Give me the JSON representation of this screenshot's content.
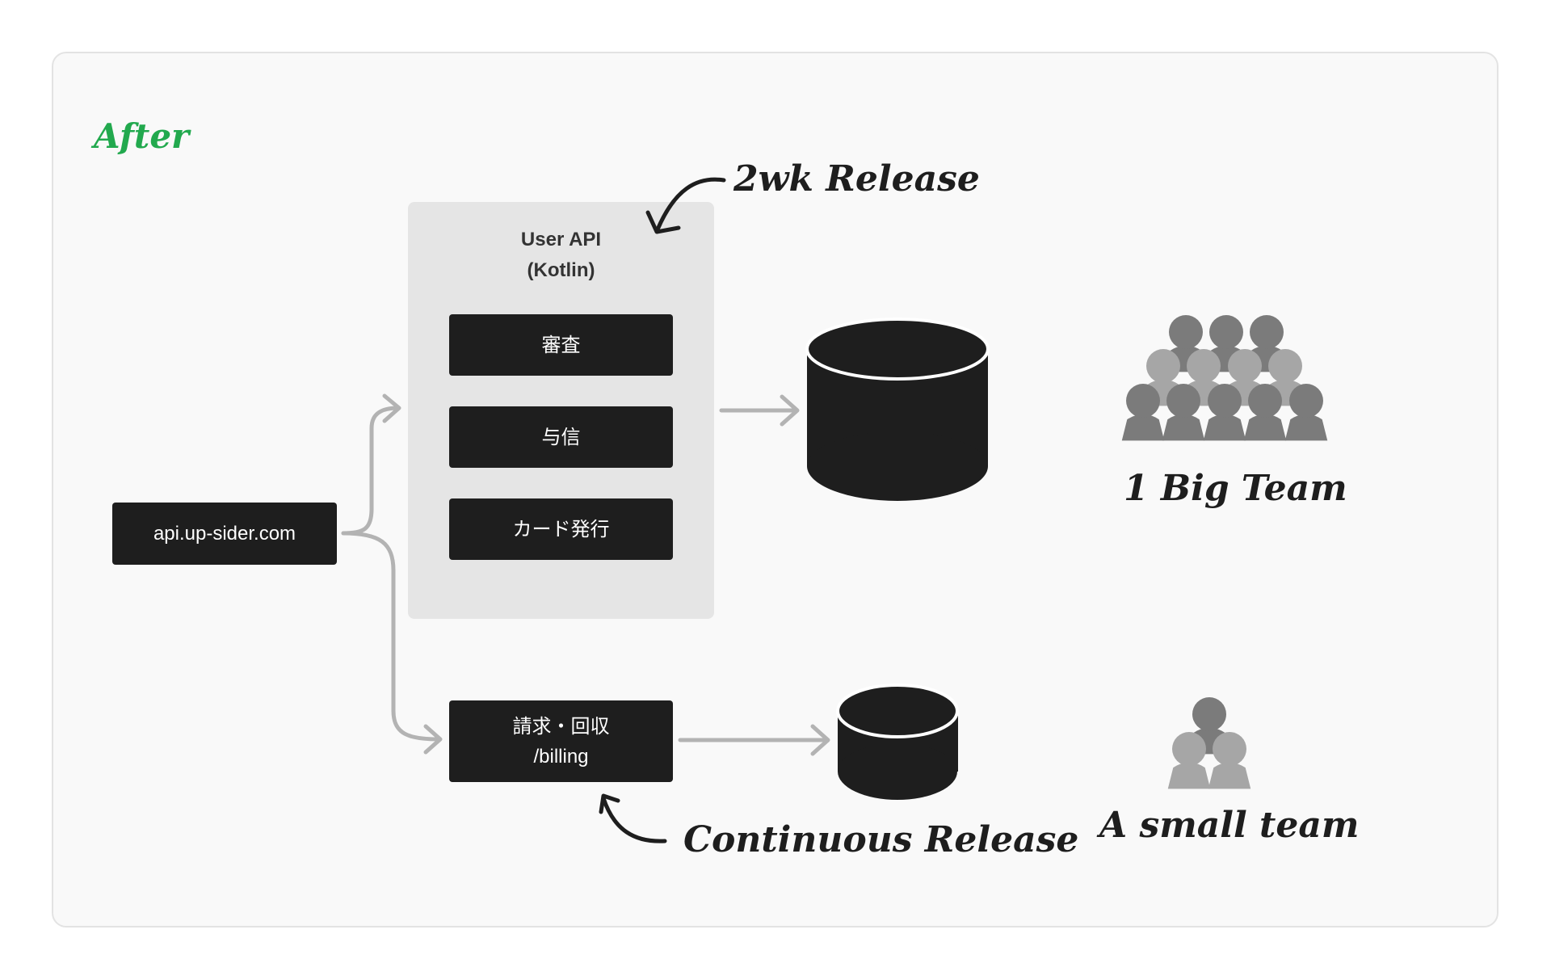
{
  "panel": {
    "label": "After"
  },
  "entry": {
    "host": "api.up-sider.com"
  },
  "user_api": {
    "title": "User API",
    "language": "(Kotlin)",
    "modules": [
      "審査",
      "与信",
      "カード発行"
    ],
    "release_note": "2wk Release",
    "team_note": "1 Big Team"
  },
  "billing": {
    "name": "請求・回収",
    "path": "/billing",
    "release_note": "Continuous Release",
    "team_note": "A small team"
  },
  "colors": {
    "box": "#1e1e1e",
    "group": "#e5e5e5",
    "connector": "#b3b3b3",
    "accent": "#22a94e",
    "person_dark": "#7b7b7b",
    "person_light": "#a6a6a6"
  }
}
